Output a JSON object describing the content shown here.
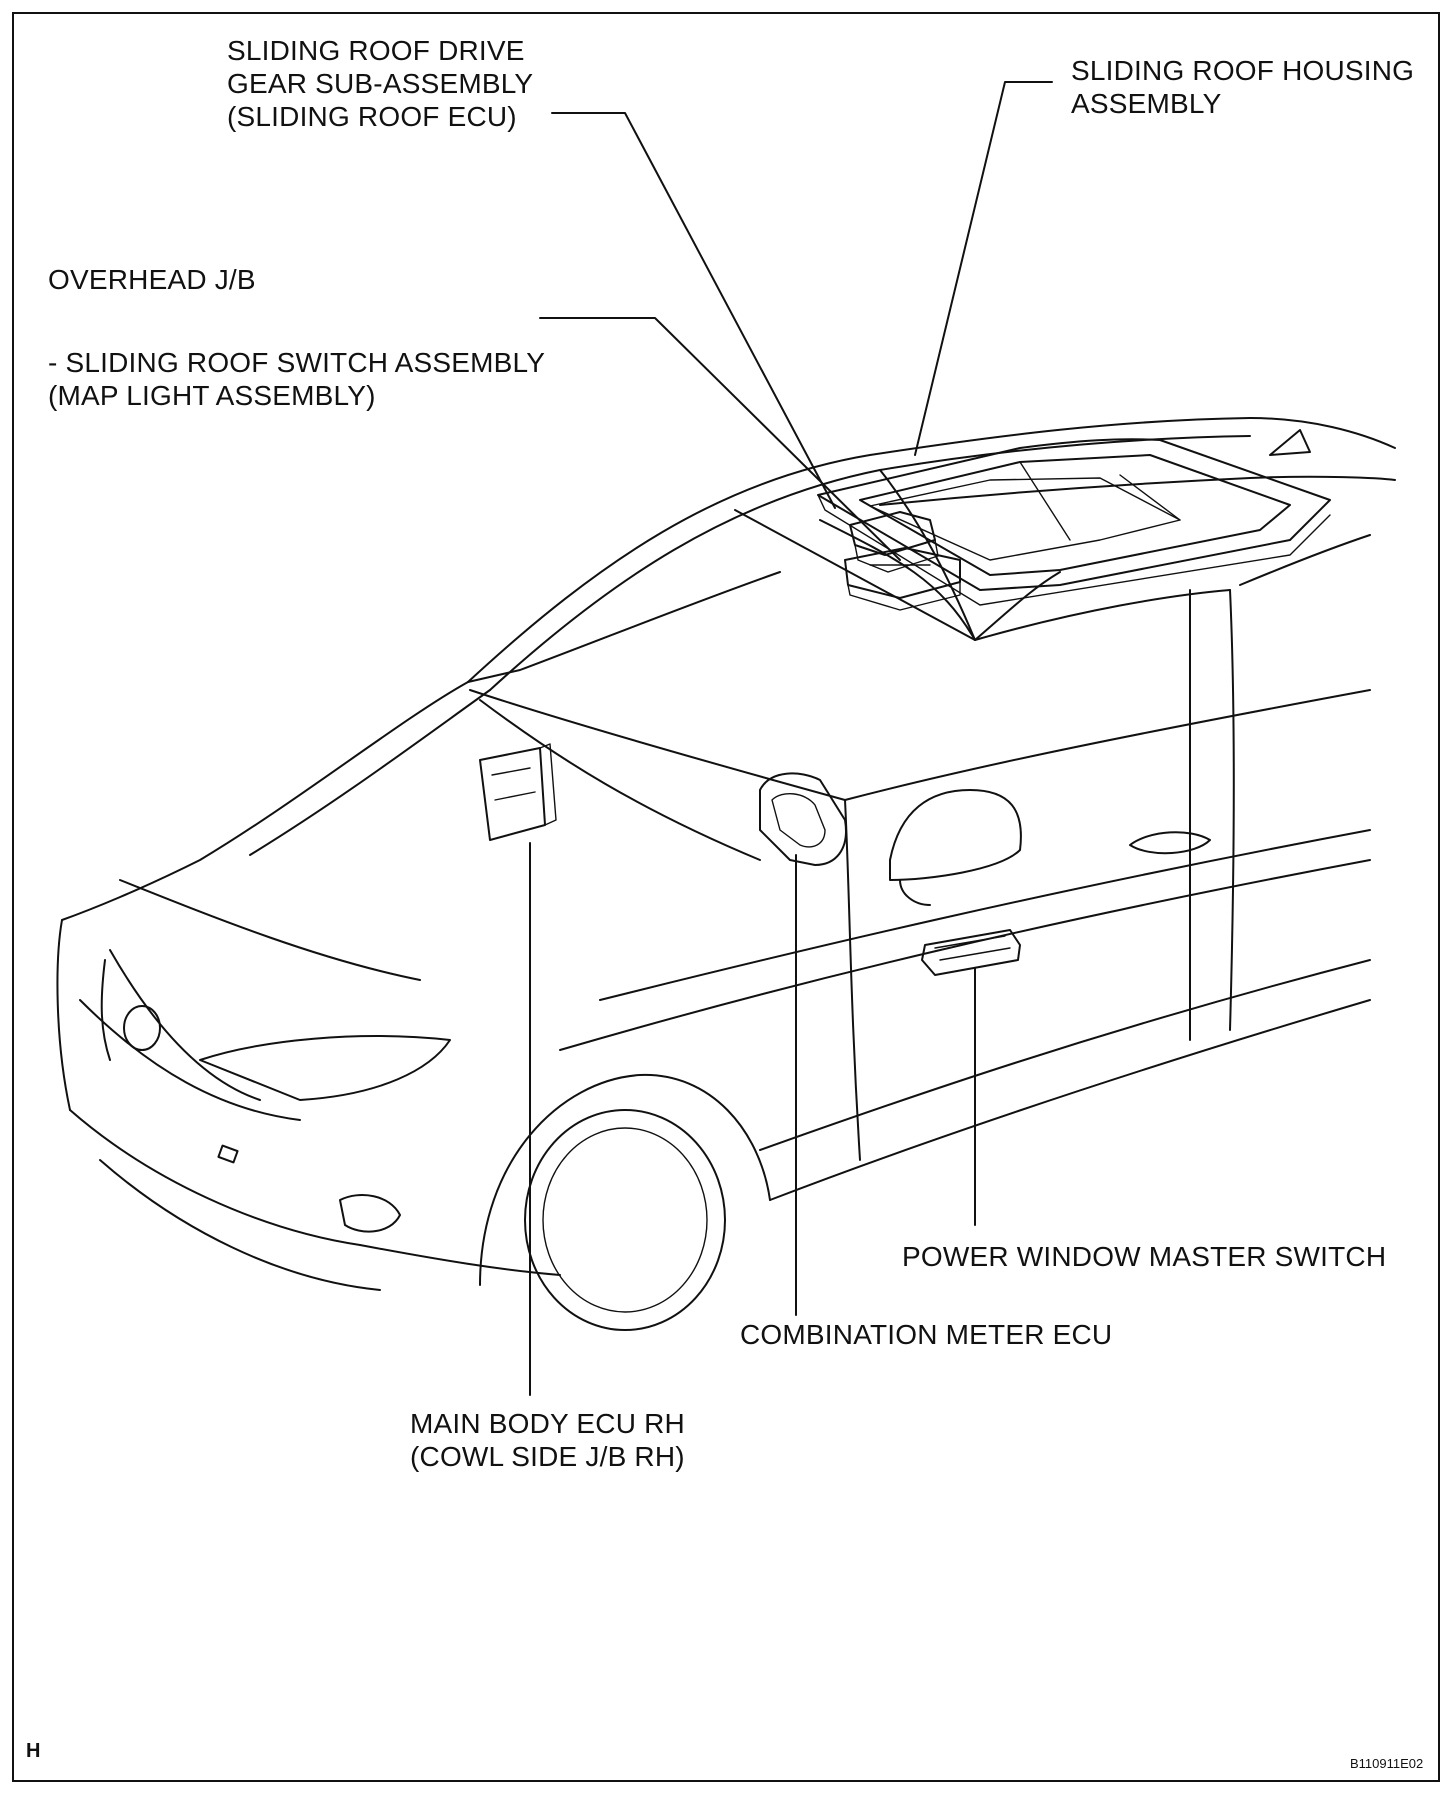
{
  "figure": {
    "corner_mark": "H",
    "figure_id": "B110911E02"
  },
  "callouts": {
    "sliding_roof_drive_gear": {
      "lines": [
        "SLIDING ROOF DRIVE",
        "GEAR SUB-ASSEMBLY",
        "(SLIDING ROOF ECU)"
      ]
    },
    "sliding_roof_housing": {
      "lines": [
        "SLIDING ROOF HOUSING",
        "ASSEMBLY"
      ]
    },
    "overhead_jb": {
      "lines": [
        "OVERHEAD J/B"
      ]
    },
    "sliding_roof_switch": {
      "lines": [
        "- SLIDING ROOF SWITCH ASSEMBLY",
        "(MAP LIGHT ASSEMBLY)"
      ]
    },
    "power_window_master_switch": {
      "lines": [
        "POWER WINDOW MASTER SWITCH"
      ]
    },
    "combination_meter_ecu": {
      "lines": [
        "COMBINATION METER ECU"
      ]
    },
    "main_body_ecu": {
      "lines": [
        "MAIN BODY ECU RH",
        "(COWL SIDE J/B RH)"
      ]
    }
  }
}
